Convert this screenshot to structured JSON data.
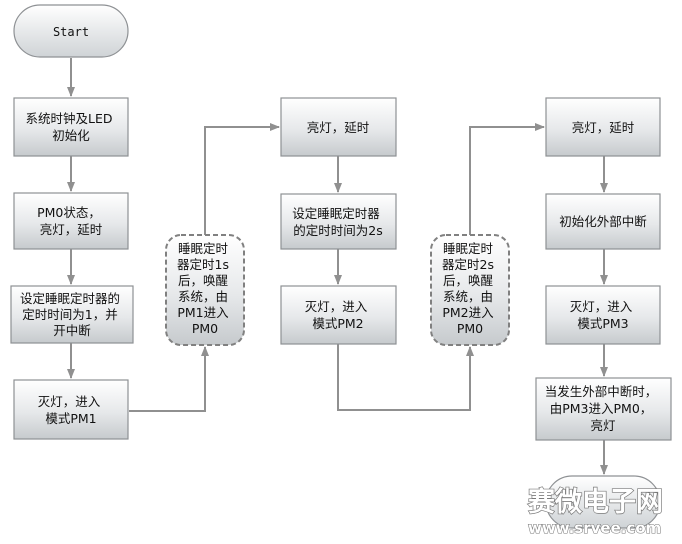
{
  "nodes": {
    "start": "Start",
    "init": [
      "系统时钟及LED",
      "初始化"
    ],
    "pm0_state": [
      "PM0状态，",
      "亮灯，延时"
    ],
    "set_timer_1": [
      "设定睡眠定时器的",
      "定时时间为1，并",
      "开中断"
    ],
    "off_pm1": [
      "灭灯，进入",
      "模式PM1"
    ],
    "wake_1": [
      "睡眠定时",
      "器定时1s",
      "后，唤醒",
      "系统，由",
      "PM1进入",
      "PM0"
    ],
    "on_delay_2": [
      "亮灯，延时"
    ],
    "set_timer_2": [
      "设定睡眠定时器",
      "的定时时间为2s"
    ],
    "off_pm2": [
      "灭灯，进入",
      "模式PM2"
    ],
    "wake_2": [
      "睡眠定时",
      "器定时2s",
      "后，唤醒",
      "系统，由",
      "PM2进入",
      "PM0"
    ],
    "on_delay_3": [
      "亮灯，延时"
    ],
    "init_ext_int": [
      "初始化外部中断"
    ],
    "off_pm3": [
      "灭灯，进入",
      "模式PM3"
    ],
    "ext_int_wake": [
      "当发生外部中断时，",
      "由PM3进入PM0，",
      "亮灯"
    ]
  },
  "watermark": {
    "cn": "赛微电子网",
    "url": "www.srvee.com"
  },
  "colors": {
    "box_top": "#ffffff",
    "box_bottom": "#c8cccf",
    "box_border": "#8e9194",
    "arrow": "#909090"
  }
}
